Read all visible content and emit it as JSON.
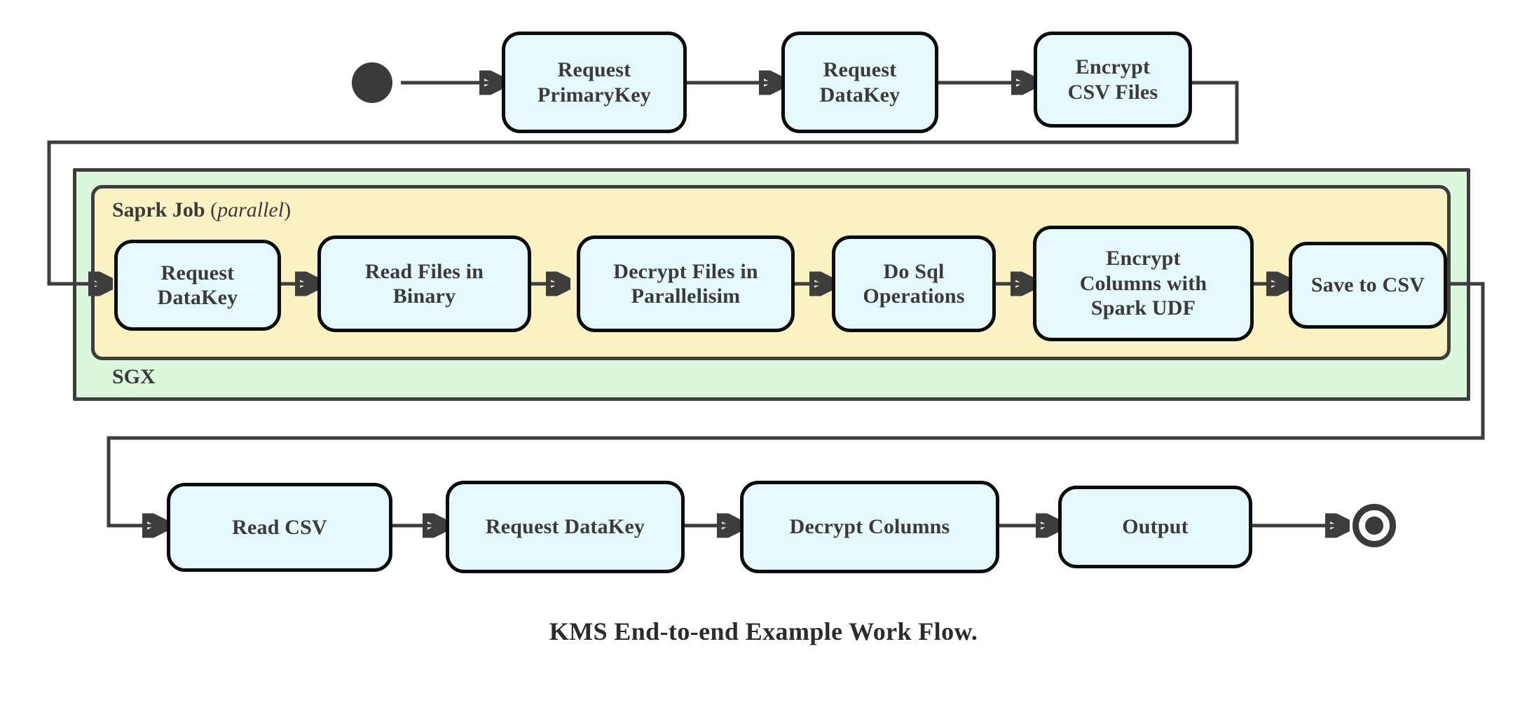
{
  "diagram": {
    "caption": "KMS End-to-end Example Work Flow.",
    "colors": {
      "node_fill": "#e5f9fc",
      "node_border": "#0c0c0c",
      "spark_group_fill": "#fbf2c4",
      "sgx_group_fill": "#dcf8dc",
      "group_border": "#3d3d3d",
      "edge": "#3d3d3d",
      "text": "#3a3a3a"
    },
    "start_node": {
      "name": "start",
      "shape": "filled-circle"
    },
    "end_node": {
      "name": "end",
      "shape": "double-circle"
    },
    "groups": [
      {
        "id": "sgx",
        "label": "SGX",
        "label_position": "bottom-left"
      },
      {
        "id": "spark",
        "label_bold": "Saprk Job",
        "label_paren_open": "(",
        "label_italic": "parallel",
        "label_paren_close": ")",
        "label_position": "top-left"
      }
    ],
    "rows": {
      "top": {
        "nodes": [
          {
            "id": "request-primarykey",
            "lines": [
              "Request",
              "PrimaryKey"
            ]
          },
          {
            "id": "request-datakey-top",
            "lines": [
              "Request",
              "DataKey"
            ]
          },
          {
            "id": "encrypt-csv-files",
            "lines": [
              "Encrypt",
              "CSV Files"
            ]
          }
        ]
      },
      "spark": {
        "nodes": [
          {
            "id": "request-datakey-spark",
            "lines": [
              "Request",
              "DataKey"
            ]
          },
          {
            "id": "read-files-in-binary",
            "lines": [
              "Read Files in",
              "Binary"
            ]
          },
          {
            "id": "decrypt-files-in-parallelisim",
            "lines": [
              "Decrypt Files in",
              "Parallelisim"
            ]
          },
          {
            "id": "do-sql-operations",
            "lines": [
              "Do Sql",
              "Operations"
            ]
          },
          {
            "id": "encrypt-columns-with-spark-udf",
            "lines": [
              "Encrypt",
              "Columns with",
              "Spark UDF"
            ]
          },
          {
            "id": "save-to-csv",
            "lines": [
              "Save to CSV"
            ]
          }
        ]
      },
      "bottom": {
        "nodes": [
          {
            "id": "read-csv",
            "lines": [
              "Read CSV"
            ]
          },
          {
            "id": "request-datakey-bottom",
            "lines": [
              "Request DataKey"
            ]
          },
          {
            "id": "decrypt-columns",
            "lines": [
              "Decrypt Columns"
            ]
          },
          {
            "id": "output",
            "lines": [
              "Output"
            ]
          }
        ]
      }
    },
    "edges": [
      {
        "from": "start",
        "to": "request-primarykey"
      },
      {
        "from": "request-primarykey",
        "to": "request-datakey-top"
      },
      {
        "from": "request-datakey-top",
        "to": "encrypt-csv-files"
      },
      {
        "from": "encrypt-csv-files",
        "to": "request-datakey-spark",
        "routing": "right-down-left-down-right"
      },
      {
        "from": "request-datakey-spark",
        "to": "read-files-in-binary"
      },
      {
        "from": "read-files-in-binary",
        "to": "decrypt-files-in-parallelisim"
      },
      {
        "from": "decrypt-files-in-parallelisim",
        "to": "do-sql-operations"
      },
      {
        "from": "do-sql-operations",
        "to": "encrypt-columns-with-spark-udf"
      },
      {
        "from": "encrypt-columns-with-spark-udf",
        "to": "save-to-csv"
      },
      {
        "from": "save-to-csv",
        "to": "read-csv",
        "routing": "right-down-left-down-right"
      },
      {
        "from": "read-csv",
        "to": "request-datakey-bottom"
      },
      {
        "from": "request-datakey-bottom",
        "to": "decrypt-columns"
      },
      {
        "from": "decrypt-columns",
        "to": "output"
      },
      {
        "from": "output",
        "to": "end"
      }
    ]
  }
}
